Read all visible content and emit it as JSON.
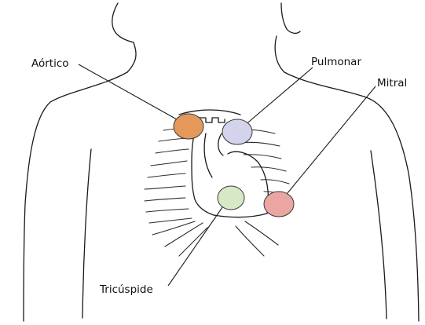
{
  "labels": {
    "aortic": "Aórtico",
    "pulmonary": "Pulmonar",
    "mitral": "Mitral",
    "tricuspid": "Tricúspide"
  },
  "colors": {
    "aortic": "#e4995a",
    "pulmonary": "#d3d3ec",
    "mitral": "#eba6a3",
    "tricuspid": "#d6e8c5"
  }
}
